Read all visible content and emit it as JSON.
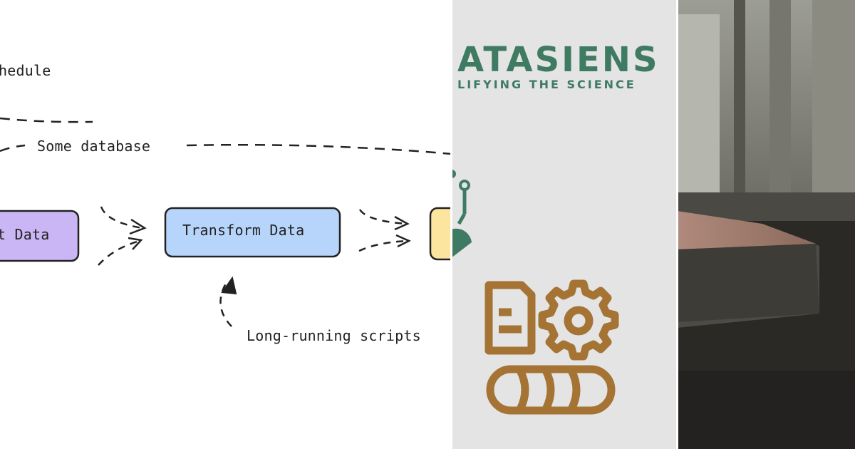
{
  "sketch": {
    "schedule_label": "hedule",
    "database_label": "Some database",
    "extract_box_label": "t Data",
    "transform_box_label": "Transform Data",
    "scripts_label": "Long-running scripts"
  },
  "logo": {
    "wordmark": "ATASIENS",
    "tagline": "LIFYING THE SCIENCE",
    "wordmark_color": "#3f7a63",
    "icon_color": "#a57334"
  },
  "photo": {
    "description_icon": "book-on-window-sill-photo"
  },
  "colors": {
    "extract_fill": "#cbb6f5",
    "transform_fill": "#b7d5fb",
    "load_fill": "#fbe59f",
    "stroke": "#222222"
  }
}
